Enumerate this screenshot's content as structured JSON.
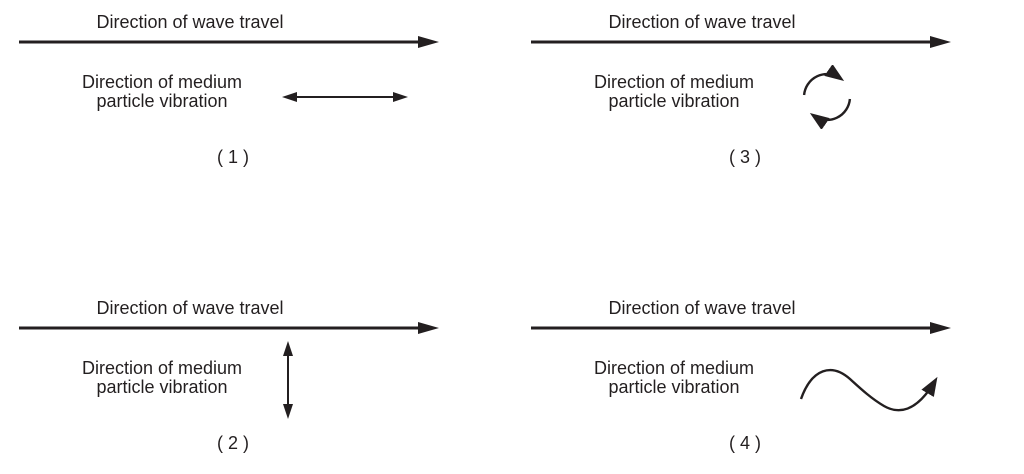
{
  "diagram": {
    "description": "Four panels comparing direction of wave travel with direction of medium particle vibration",
    "ink_color": "#231f20",
    "background_color": "#ffffff",
    "panels": [
      {
        "number_label": "( 1 )",
        "wave_travel_label": "Direction of wave travel",
        "particle_vibration_label_line1": "Direction of medium",
        "particle_vibration_label_line2": "particle vibration",
        "vibration_icon": "horizontal-double-headed-arrow",
        "position": "top-left"
      },
      {
        "number_label": "( 2 )",
        "wave_travel_label": "Direction of wave travel",
        "particle_vibration_label_line1": "Direction of medium",
        "particle_vibration_label_line2": "particle vibration",
        "vibration_icon": "vertical-double-headed-arrow",
        "position": "bottom-left"
      },
      {
        "number_label": "( 3 )",
        "wave_travel_label": "Direction of wave travel",
        "particle_vibration_label_line1": "Direction of medium",
        "particle_vibration_label_line2": "particle vibration",
        "vibration_icon": "circular-rotation-arrows",
        "position": "top-right"
      },
      {
        "number_label": "( 4 )",
        "wave_travel_label": "Direction of wave travel",
        "particle_vibration_label_line1": "Direction of medium",
        "particle_vibration_label_line2": "particle vibration",
        "vibration_icon": "sinusoidal-wave-arrow",
        "position": "bottom-right"
      }
    ]
  }
}
